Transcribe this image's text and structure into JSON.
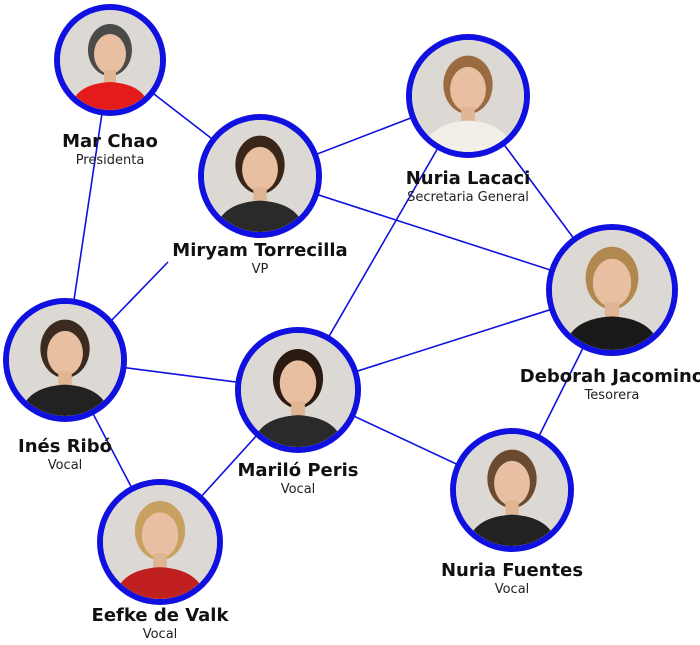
{
  "accent_color": "#1010e0",
  "people": [
    {
      "id": "mar",
      "name": "Mar Chao",
      "role": "Presidenta",
      "outfit": "#e31b1b",
      "hair": "#4a4a4a"
    },
    {
      "id": "miryam",
      "name": "Miryam Torrecilla",
      "role": "VP",
      "outfit": "#2a2a2a",
      "hair": "#3a2618"
    },
    {
      "id": "lacaci",
      "name": "Nuria Lacaci",
      "role": "Secretaria General",
      "outfit": "#f2efe9",
      "hair": "#9a6a40"
    },
    {
      "id": "deborah",
      "name": "Deborah Jacomino",
      "role": "Tesorera",
      "outfit": "#1a1a1a",
      "hair": "#b08850"
    },
    {
      "id": "ines",
      "name": "Inés Ribó",
      "role": "Vocal",
      "outfit": "#222222",
      "hair": "#3a2a20"
    },
    {
      "id": "marilo",
      "name": "Mariló Peris",
      "role": "Vocal",
      "outfit": "#2a2a2a",
      "hair": "#2a1a12"
    },
    {
      "id": "fuentes",
      "name": "Nuria Fuentes",
      "role": "Vocal",
      "outfit": "#222222",
      "hair": "#6a4a30"
    },
    {
      "id": "eefke",
      "name": "Eefke de Valk",
      "role": "Vocal",
      "outfit": "#c02020",
      "hair": "#c8a060"
    }
  ],
  "connections": [
    [
      "mar",
      "miryam"
    ],
    [
      "mar",
      "ines"
    ],
    [
      "miryam",
      "lacaci"
    ],
    [
      "miryam",
      "deborah"
    ],
    [
      "miryam",
      "ines"
    ],
    [
      "lacaci",
      "deborah"
    ],
    [
      "lacaci",
      "marilo"
    ],
    [
      "ines",
      "marilo"
    ],
    [
      "ines",
      "eefke"
    ],
    [
      "marilo",
      "eefke"
    ],
    [
      "marilo",
      "deborah"
    ],
    [
      "marilo",
      "fuentes"
    ],
    [
      "deborah",
      "fuentes"
    ]
  ]
}
